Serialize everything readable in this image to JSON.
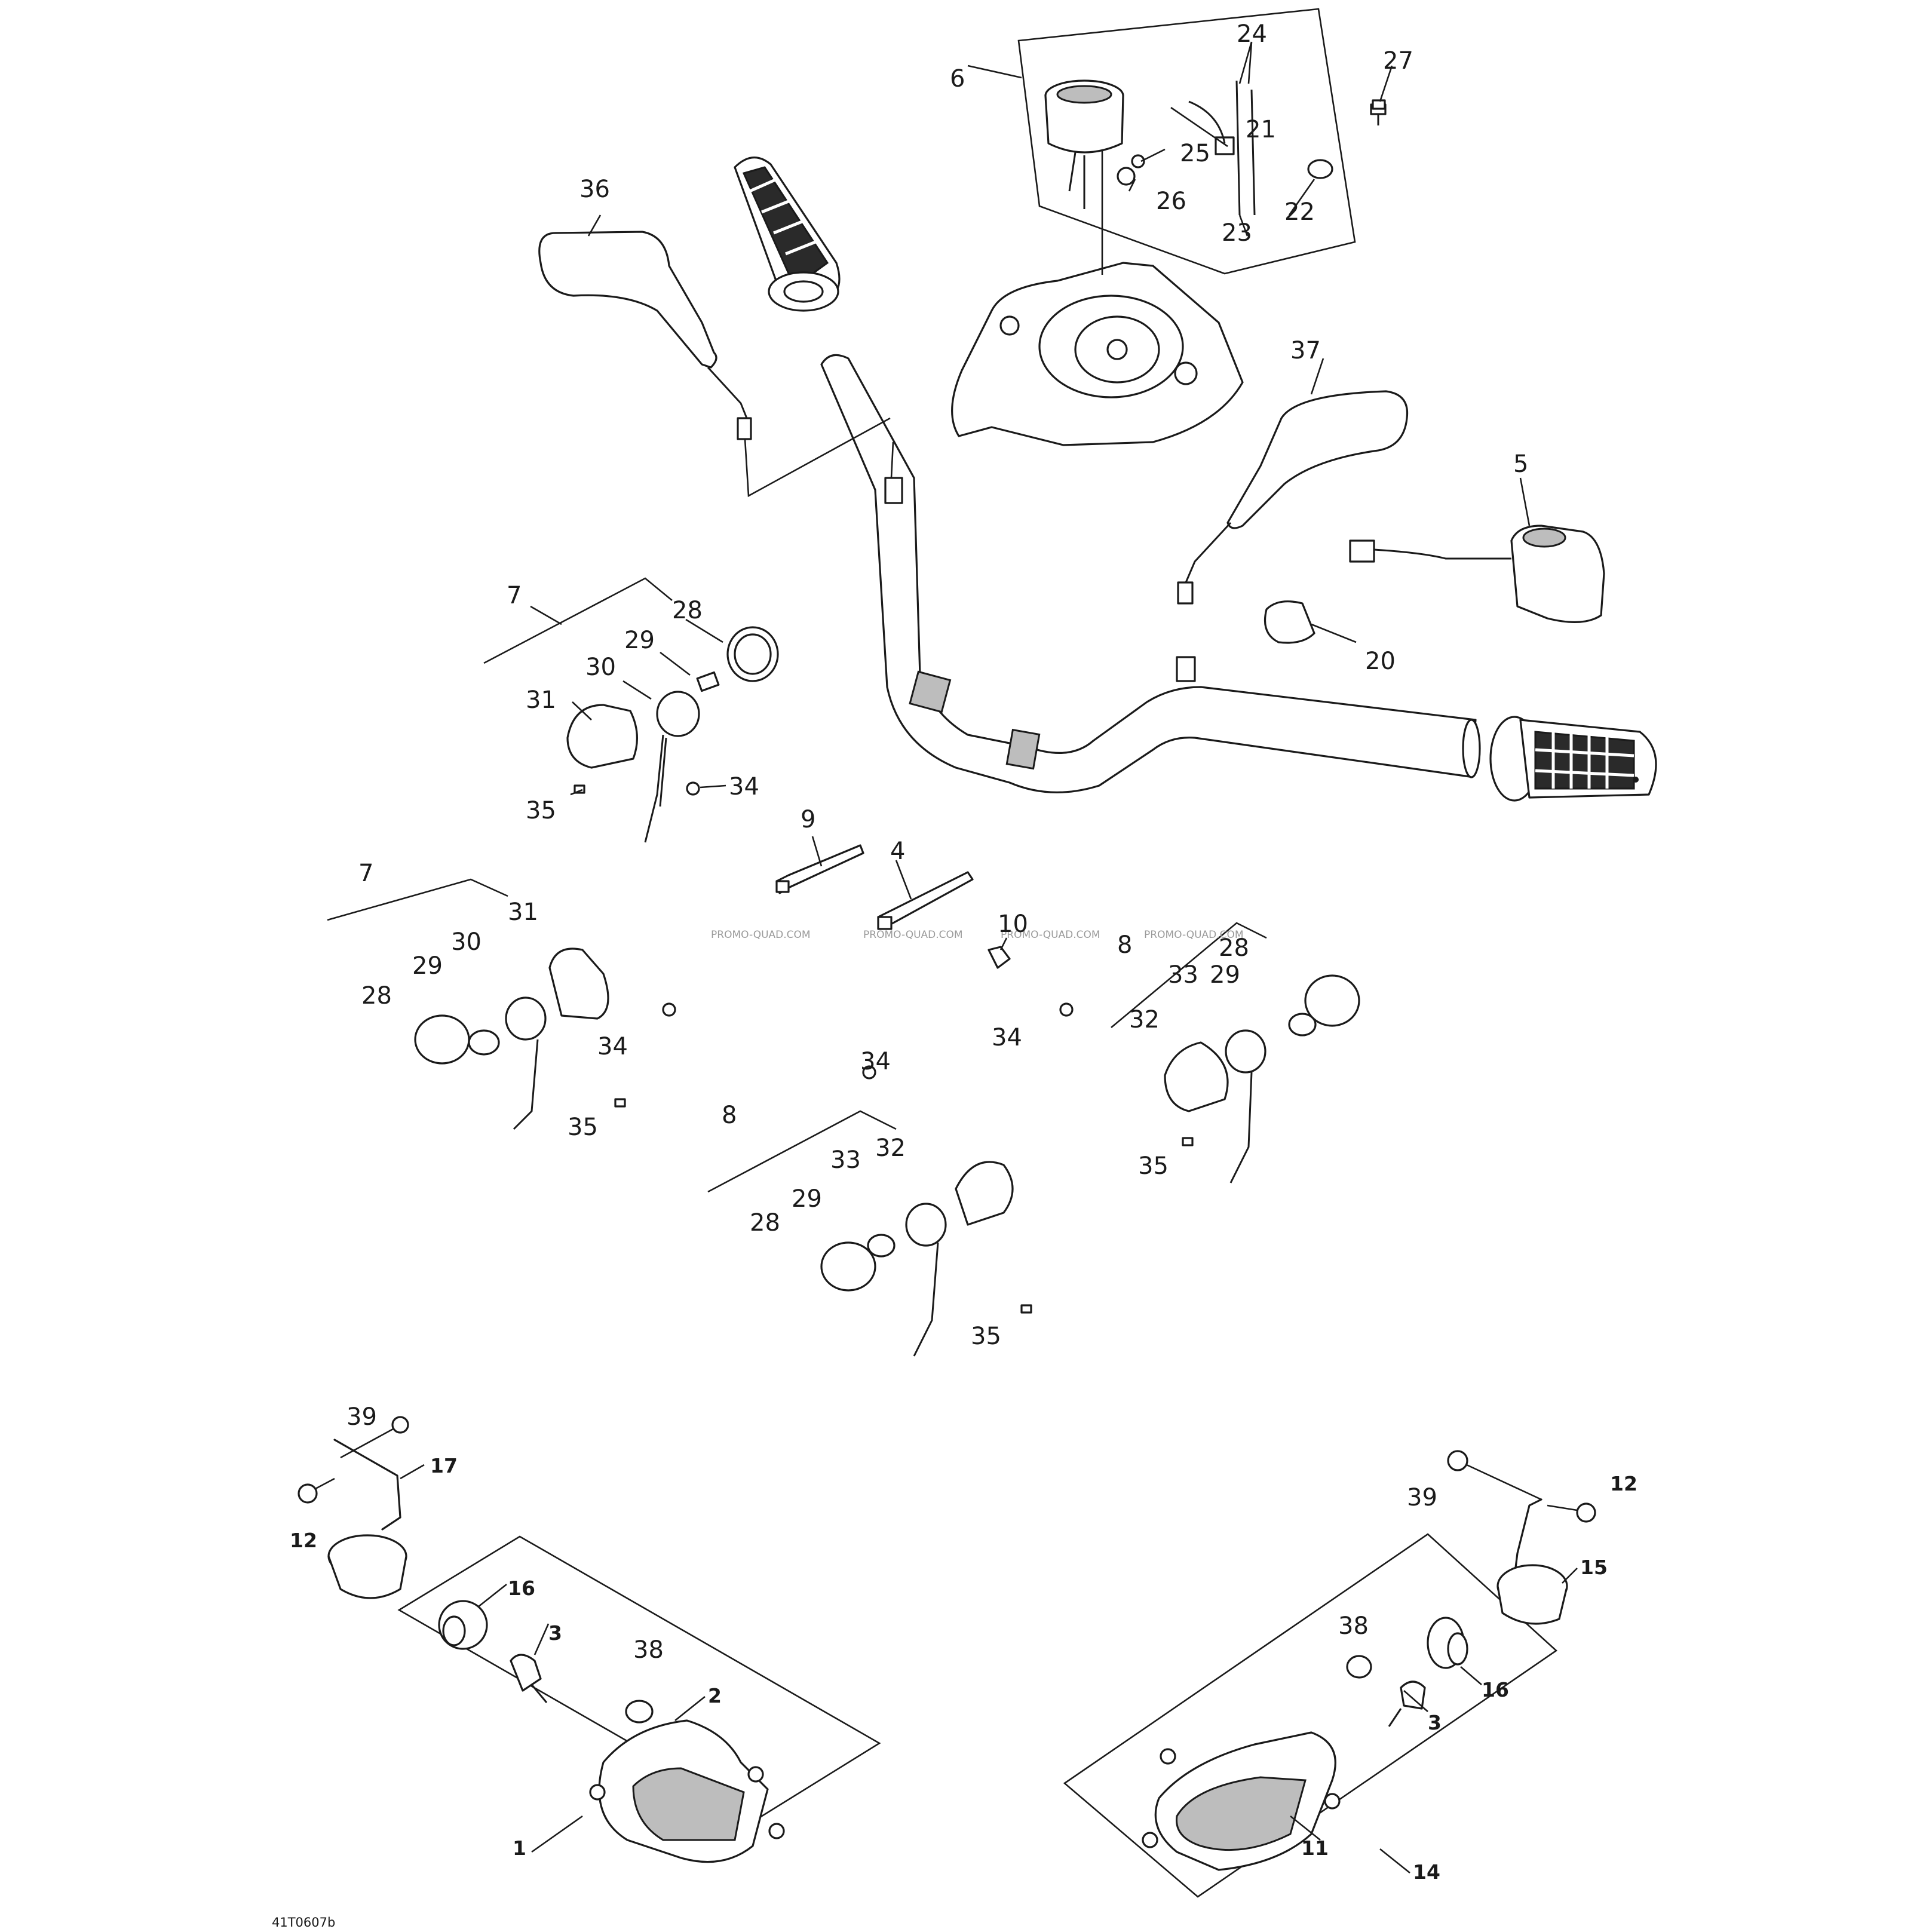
{
  "diagram": {
    "reference_code": "41T0607b",
    "watermark_text": "PROMO-QUAD.COM",
    "callouts": [
      {
        "label": "1"
      },
      {
        "label": "2"
      },
      {
        "label": "3"
      },
      {
        "label": "3"
      },
      {
        "label": "4"
      },
      {
        "label": "5"
      },
      {
        "label": "6"
      },
      {
        "label": "7"
      },
      {
        "label": "7"
      },
      {
        "label": "8"
      },
      {
        "label": "8"
      },
      {
        "label": "9"
      },
      {
        "label": "10"
      },
      {
        "label": "11"
      },
      {
        "label": "12"
      },
      {
        "label": "12"
      },
      {
        "label": "14"
      },
      {
        "label": "15"
      },
      {
        "label": "16"
      },
      {
        "label": "16"
      },
      {
        "label": "17"
      },
      {
        "label": "20"
      },
      {
        "label": "21"
      },
      {
        "label": "22"
      },
      {
        "label": "23"
      },
      {
        "label": "24"
      },
      {
        "label": "25"
      },
      {
        "label": "26"
      },
      {
        "label": "27"
      },
      {
        "label": "28"
      },
      {
        "label": "28"
      },
      {
        "label": "28"
      },
      {
        "label": "28"
      },
      {
        "label": "29"
      },
      {
        "label": "29"
      },
      {
        "label": "29"
      },
      {
        "label": "29"
      },
      {
        "label": "30"
      },
      {
        "label": "30"
      },
      {
        "label": "31"
      },
      {
        "label": "31"
      },
      {
        "label": "32"
      },
      {
        "label": "32"
      },
      {
        "label": "33"
      },
      {
        "label": "33"
      },
      {
        "label": "34"
      },
      {
        "label": "34"
      },
      {
        "label": "34"
      },
      {
        "label": "34"
      },
      {
        "label": "35"
      },
      {
        "label": "35"
      },
      {
        "label": "35"
      },
      {
        "label": "35"
      },
      {
        "label": "36"
      },
      {
        "label": "37"
      },
      {
        "label": "38"
      },
      {
        "label": "38"
      },
      {
        "label": "39"
      },
      {
        "label": "39"
      }
    ]
  }
}
